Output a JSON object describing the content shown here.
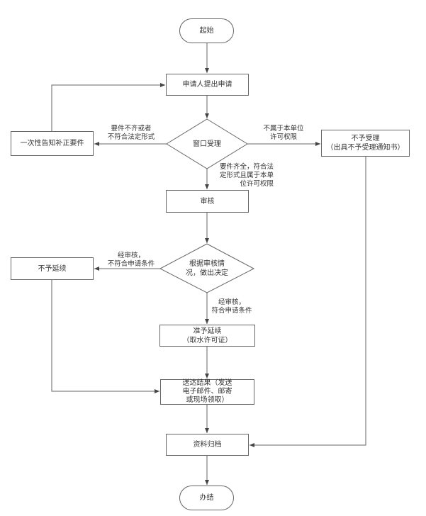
{
  "diagram": {
    "type": "flowchart",
    "nodes": {
      "start": "起始",
      "apply": "申请人提出申请",
      "window_accept": "窗口受理",
      "notify_correct": "一次性告知补正要件",
      "reject": "不予受理\n（出具不予受理通知书）",
      "review": "审核",
      "decide": "根据审核情\n况，做出决定",
      "deny_renew": "不予延续",
      "grant_renew": "准予延续\n（取水许可证）",
      "deliver": "送达结果（发送\n电子邮件、邮寄\n或现场领取）",
      "archive": "资料归档",
      "end": "办结"
    },
    "edge_labels": {
      "incomplete": "要件不齐或者\n不符合法定形式",
      "not_authority": "不属于本单位\n许可权限",
      "complete": "要件齐全，符合法\n定形式且属于本单\n位许可权限",
      "not_qualified": "经审核，\n不符合申请条件",
      "qualified": "经审核，\n符合申请条件"
    },
    "colors": {
      "stroke": "#666666",
      "text": "#333333",
      "background": "#ffffff"
    }
  }
}
